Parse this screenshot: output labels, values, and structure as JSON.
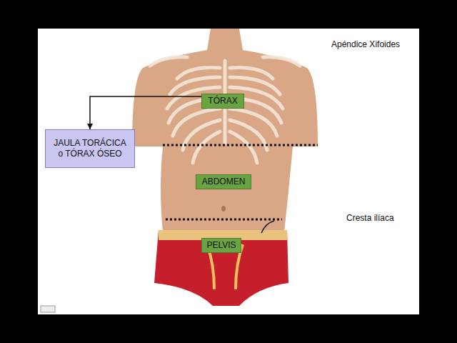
{
  "diagram": {
    "nodes": [
      {
        "text": [
          "TÓRAX"
        ]
      },
      {
        "text": [
          "JAULA TORÁCICA o TÓRAX ÓSEO"
        ]
      },
      {
        "text": [
          "ABDOMEN"
        ]
      },
      {
        "text": [
          "PELVIS"
        ]
      }
    ],
    "edges": [
      {
        "from": 0,
        "to": 1,
        "arrow": "to"
      }
    ],
    "labels": [
      "Apéndice Xifoides",
      "Cresta ilíaca"
    ]
  }
}
